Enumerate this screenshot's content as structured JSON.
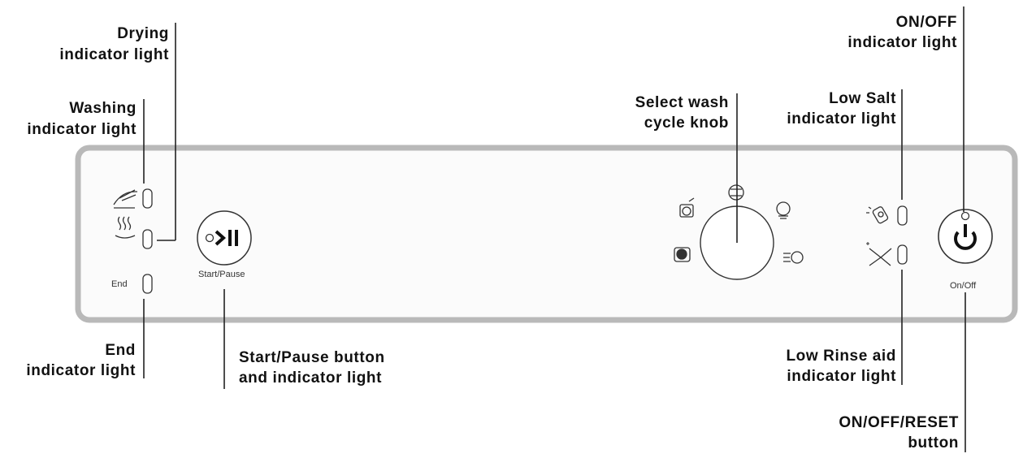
{
  "callouts": {
    "drying_1": "Drying",
    "drying_2": "indicator light",
    "washing_1": "Washing",
    "washing_2": "indicator light",
    "end_1": "End",
    "end_2": "indicator light",
    "start_1": "Start/Pause button",
    "start_2": "and indicator light",
    "knob_1": "Select wash",
    "knob_2": "cycle knob",
    "salt_1": "Low Salt",
    "salt_2": "indicator light",
    "onoff_1": "ON/OFF",
    "onoff_2": "indicator light",
    "rinse_1": "Low Rinse aid",
    "rinse_2": "indicator light",
    "reset_1": "ON/OFF/RESET",
    "reset_2": "button"
  },
  "panel": {
    "end_label": "End",
    "start_pause_label": "Start/Pause",
    "on_off_label": "On/Off"
  },
  "icons": [
    "wash-icon",
    "dry-icon",
    "play-pause-icon",
    "program-icons",
    "salt-icon",
    "rinse-aid-icon",
    "power-icon"
  ]
}
